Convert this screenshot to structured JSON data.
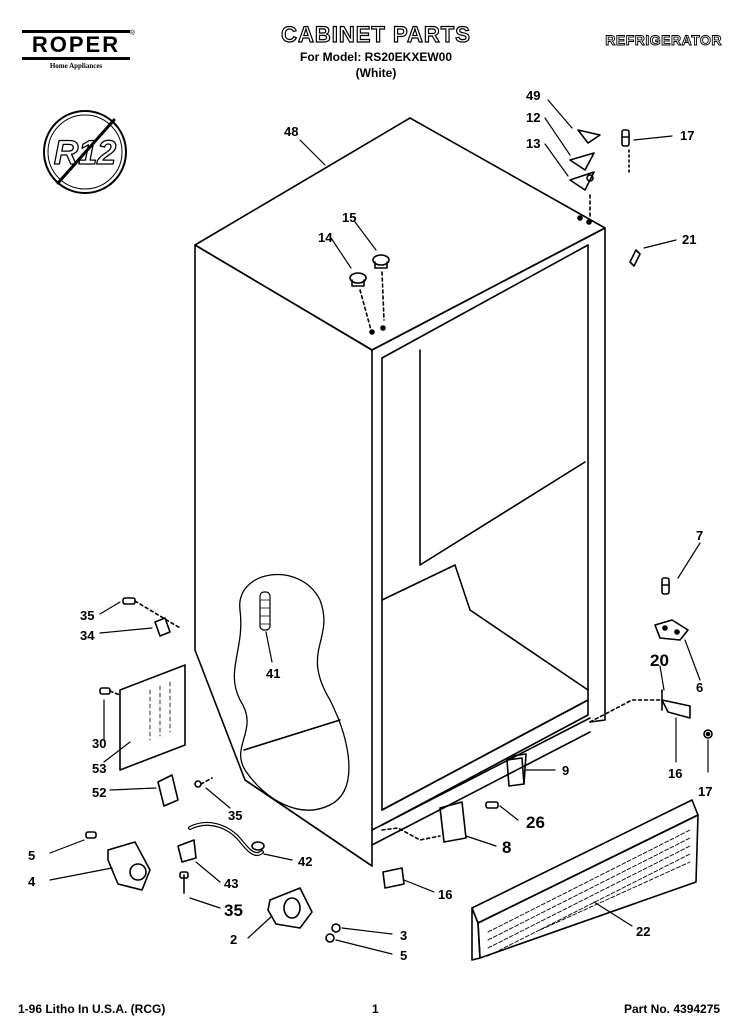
{
  "header": {
    "logo": "ROPER",
    "logo_tagline": "Home Appliances",
    "title": "CABINET PARTS",
    "model_line": "For Model: RS20EKXEW00",
    "variant": "(White)",
    "appliance": "REFRIGERATOR"
  },
  "badge": {
    "text": "R12"
  },
  "callouts": {
    "c48": "48",
    "c49": "49",
    "c12": "12",
    "c13": "13",
    "c17a": "17",
    "c15": "15",
    "c14": "14",
    "c21": "21",
    "c7": "7",
    "c35a": "35",
    "c34": "34",
    "c41": "41",
    "c20": "20",
    "c6": "6",
    "c30": "30",
    "c53": "53",
    "c52": "52",
    "c35b": "35",
    "c16a": "16",
    "c17b": "17",
    "c9": "9",
    "c26": "26",
    "c8": "8",
    "c5a": "5",
    "c42": "42",
    "c4": "4",
    "c43": "43",
    "c16b": "16",
    "c35c": "35",
    "c22": "22",
    "c2": "2",
    "c3": "3",
    "c5b": "5"
  },
  "footer": {
    "litho": "1-96 Litho In U.S.A. (RCG)",
    "page": "1",
    "part_no": "Part No. 4394275"
  }
}
